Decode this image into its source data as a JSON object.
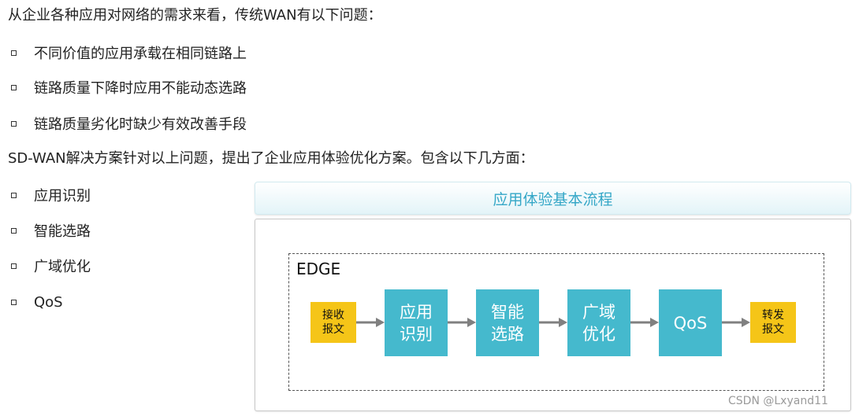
{
  "intro": "从企业各种应用对网络的需求来看，传统WAN有以下问题：",
  "problems": [
    "不同价值的应用承载在相同链路上",
    "链路质量下降时应用不能动态选路",
    "链路质量劣化时缺少有效改善手段"
  ],
  "section_title": "SD-WAN解决方案针对以上问题，提出了企业应用体验优化方案。包含以下几方面：",
  "aspects": [
    "应用识别",
    "智能选路",
    "广域优化",
    "QoS"
  ],
  "flow": {
    "title": "应用体验基本流程",
    "container_label": "EDGE",
    "start": "接收\n报文",
    "steps": [
      "应用\n识别",
      "智能\n选路",
      "广域\n优化",
      "QoS"
    ],
    "end": "转发\n报文"
  },
  "colors": {
    "step_fill": "#45b9cd",
    "io_fill": "#f5c518",
    "title_text": "#35a7c7"
  },
  "watermark": "CSDN @Lxyand11"
}
